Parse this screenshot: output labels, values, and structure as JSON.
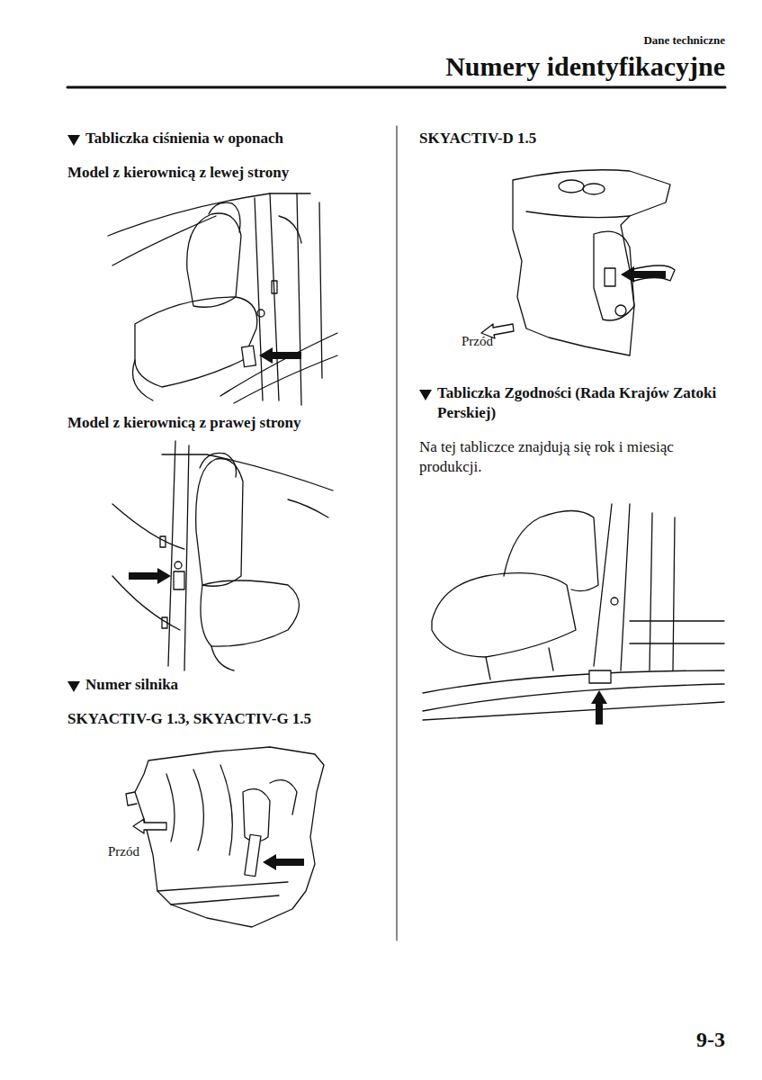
{
  "diagram": {
    "title": "Numery identyfikacyjne",
    "labels": [
      "Dane techniczne",
      "Tabliczka ciśnienia w oponach",
      "Model z kierownicą z lewej strony",
      "Model z kierownicą z prawej strony",
      "Numer silnika",
      "SKYACTIV-G 1.3, SKYACTIV-G 1.5",
      "Przód",
      "SKYACTIV-D 1.5",
      "Przód",
      "Tabliczka Zgodności (Rada Krajów Zatoki Perskiej)",
      "Na tej tabliczce znajdują się rok i miesiąc produkcji.",
      "9-3"
    ]
  }
}
